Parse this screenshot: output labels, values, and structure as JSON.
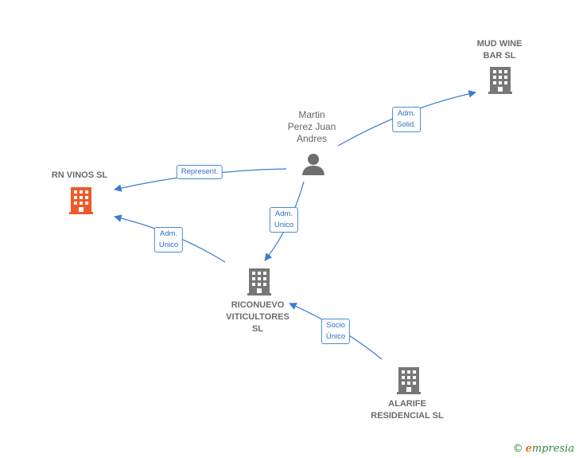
{
  "colors": {
    "edge": "#3b7dd0",
    "building": "#777777",
    "focus_building": "#f05a2a",
    "person": "#6e6e6e"
  },
  "nodes": {
    "mud_wine_bar": {
      "label": "MUD WINE\nBAR  SL",
      "icon": "building-icon"
    },
    "martin": {
      "label": "Martin\nPerez Juan\nAndres",
      "icon": "person-icon"
    },
    "rn_vinos": {
      "label": "RN VINOS  SL",
      "icon": "building-icon"
    },
    "riconuevo": {
      "label": "RICONUEVO\nVITICULTORES\nSL",
      "icon": "building-icon"
    },
    "alarife": {
      "label": "ALARIFE\nRESIDENCIAL SL",
      "icon": "building-icon"
    }
  },
  "edges": {
    "adm_solid": "Adm.\nSolid.",
    "represent": "Represent.",
    "adm_unico_1": "Adm.\nUnico",
    "adm_unico_2": "Adm.\nUnico",
    "socio_unico": "Socio\nÚnico"
  },
  "footer": {
    "copyright": "©",
    "brand_initial": "e",
    "brand_rest": "mpresia"
  }
}
